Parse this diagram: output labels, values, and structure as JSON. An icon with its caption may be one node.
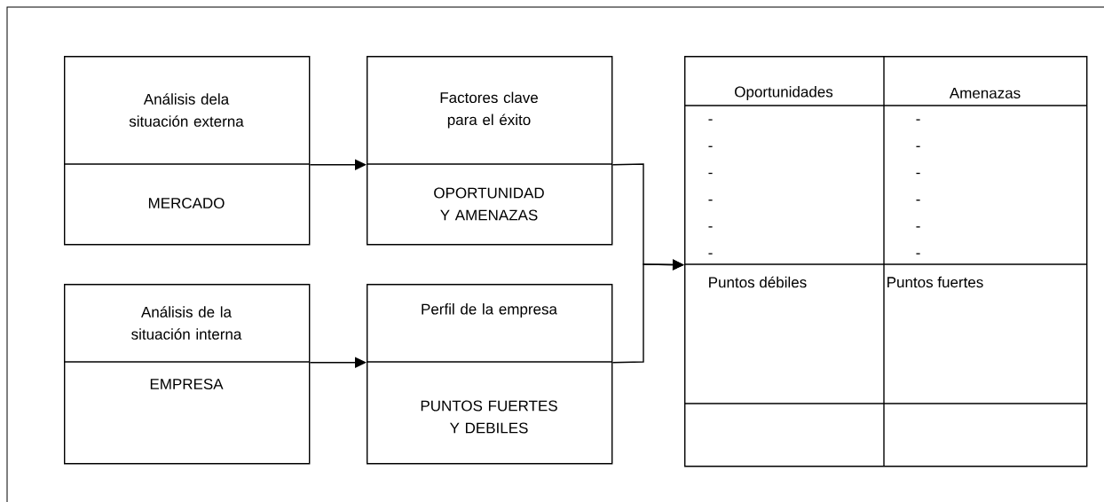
{
  "diagram": {
    "nodes": [
      {
        "text": [
          "Análisis dela situación externa",
          "MERCADO"
        ]
      },
      {
        "text": [
          "Factores clave para el éxito",
          "OPORTUNIDAD Y AMENAZAS"
        ]
      },
      {
        "text": [
          "Análisis de la situación interna",
          "EMPRESA"
        ]
      },
      {
        "text": [
          "Perfil de la empresa",
          "PUNTOS FUERTES Y DEBILES"
        ]
      },
      {
        "text": [],
        "shape": "box"
      }
    ],
    "edges": [
      {
        "from": 0,
        "to": 1,
        "arrow": "to"
      },
      {
        "from": 2,
        "to": 3,
        "arrow": "to"
      },
      {
        "from": 1,
        "to": 4,
        "arrow": "to"
      },
      {
        "from": 3,
        "to": 4,
        "arrow": "to"
      }
    ],
    "labels": [
      "Oportunidades",
      "Amenazas",
      "-",
      "-",
      "-",
      "-",
      "-",
      "-",
      "-",
      "-",
      "-",
      "-",
      "-",
      "-",
      "Puntos débiles",
      "Puntos fuertes"
    ]
  }
}
